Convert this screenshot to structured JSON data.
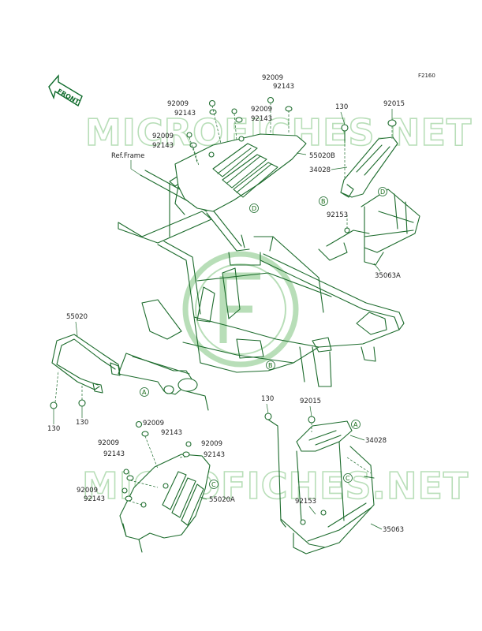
{
  "diagram": {
    "code": "F2160",
    "front_label": "FRONT",
    "ref_frame": "Ref.Frame",
    "watermark": "MICROFICHES.NET",
    "callouts": {
      "A": "A",
      "B": "B",
      "C": "C",
      "D": "D"
    },
    "labels": {
      "p92009_top": "92009",
      "p92143_top": "92143",
      "p92009_b": "92009",
      "p92143_b": "92143",
      "p92009_c": "92009",
      "p92143_c": "92143",
      "p92009_d": "92009",
      "p92143_d": "92143",
      "p130_top": "130",
      "p92015_top": "92015",
      "p55020B": "55020B",
      "p34028_top": "34028",
      "p92153_top": "92153",
      "p35063A": "35063A",
      "p55020": "55020",
      "p130_l1": "130",
      "p130_l2": "130",
      "p130_bot": "130",
      "p92015_bot": "92015",
      "p34028_bot": "34028",
      "p92009_e": "92009",
      "p92143_e": "92143",
      "p92009_f": "92009",
      "p92143_f": "92143",
      "p92009_g": "92009",
      "p92143_g": "92143",
      "p92009_h": "92009",
      "p92143_h": "92143",
      "p55020A": "55020A",
      "p92153_bot": "92153",
      "p35063": "35063"
    }
  }
}
